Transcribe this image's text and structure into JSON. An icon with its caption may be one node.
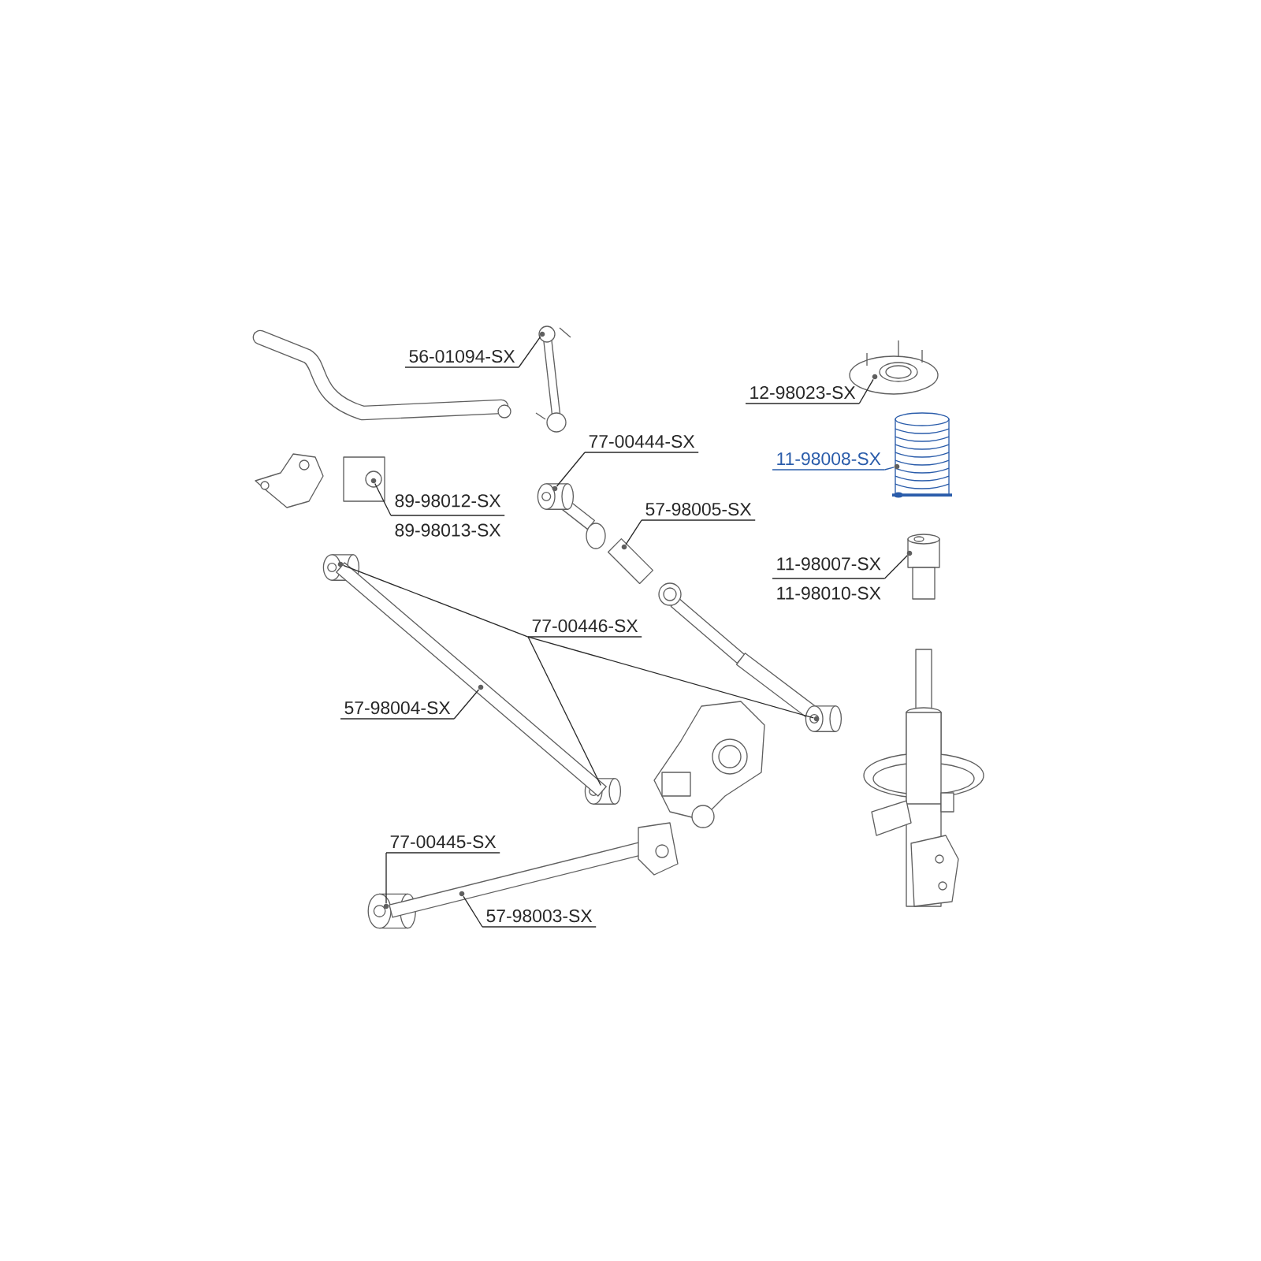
{
  "diagram": {
    "nodes": [
      {
        "text": [
          "56-01094-SX"
        ]
      },
      {
        "text": [],
        "shape": "picture"
      },
      {
        "text": [
          "77-00444-SX"
        ]
      },
      {
        "text": [],
        "shape": "picture"
      },
      {
        "text": [
          "57-98005-SX"
        ]
      },
      {
        "text": [],
        "shape": "picture"
      },
      {
        "text": [
          "89-98012-SX",
          "89-98013-SX"
        ]
      },
      {
        "text": [],
        "shape": "picture"
      },
      {
        "text": [
          "77-00446-SX"
        ]
      },
      {
        "text": [],
        "shape": "picture"
      },
      {
        "text": [],
        "shape": "picture"
      },
      {
        "text": [],
        "shape": "picture"
      },
      {
        "text": [
          "57-98004-SX"
        ]
      },
      {
        "text": [],
        "shape": "picture"
      },
      {
        "text": [
          "77-00445-SX"
        ]
      },
      {
        "text": [],
        "shape": "picture"
      },
      {
        "text": [
          "57-98003-SX"
        ]
      },
      {
        "text": [],
        "shape": "picture"
      },
      {
        "text": [
          "12-98023-SX"
        ]
      },
      {
        "text": [],
        "shape": "picture"
      },
      {
        "text": [
          "11-98008-SX"
        ]
      },
      {
        "text": [],
        "shape": "picture"
      },
      {
        "text": [
          "11-98007-SX",
          "11-98010-SX"
        ]
      },
      {
        "text": [],
        "shape": "picture"
      }
    ],
    "edges": [
      {
        "from": 0,
        "to": 1,
        "arrow": "none"
      },
      {
        "from": 2,
        "to": 3,
        "arrow": "none"
      },
      {
        "from": 4,
        "to": 5,
        "arrow": "none"
      },
      {
        "from": 6,
        "to": 7,
        "arrow": "none"
      },
      {
        "from": 8,
        "to": 9,
        "arrow": "none"
      },
      {
        "from": 8,
        "to": 10,
        "arrow": "none"
      },
      {
        "from": 8,
        "to": 11,
        "arrow": "none"
      },
      {
        "from": 12,
        "to": 13,
        "arrow": "none"
      },
      {
        "from": 14,
        "to": 15,
        "arrow": "none"
      },
      {
        "from": 16,
        "to": 17,
        "arrow": "none"
      },
      {
        "from": 18,
        "to": 19,
        "arrow": "none"
      },
      {
        "from": 20,
        "to": 21,
        "arrow": "none",
        "color": "#2a5caa"
      },
      {
        "from": 22,
        "to": 23,
        "arrow": "none"
      }
    ]
  }
}
